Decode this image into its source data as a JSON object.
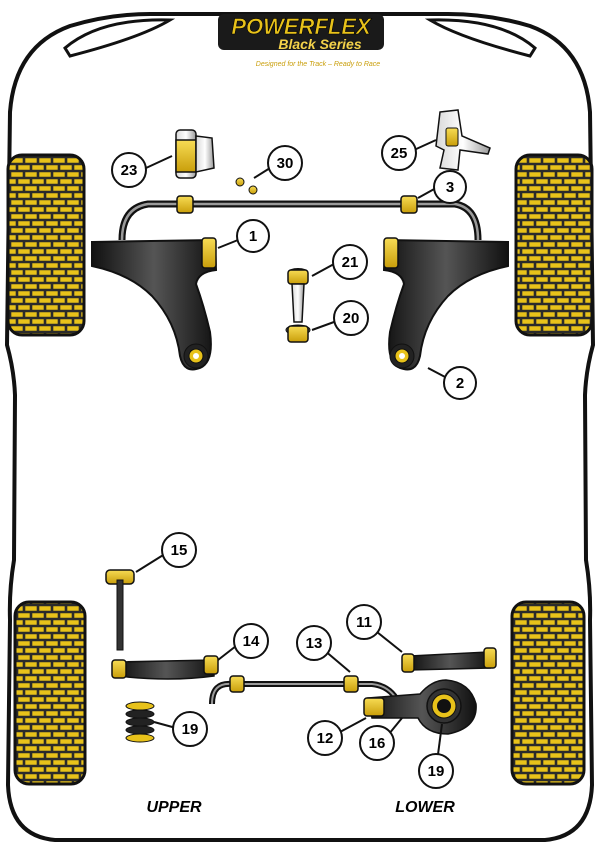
{
  "brand": {
    "name": "POWERFLEX",
    "series": "Black Series",
    "tagline": "Designed for the Track – Ready to Race"
  },
  "colors": {
    "bush_yellow": "#e8c21a",
    "arm_dark": "#1f1f1f",
    "outline": "#111111",
    "tyre_grid": "#2b2b2b"
  },
  "callouts": {
    "c1": "1",
    "c2": "2",
    "c3": "3",
    "c11": "11",
    "c12": "12",
    "c13": "13",
    "c14": "14",
    "c15": "15",
    "c16": "16",
    "c19a": "19",
    "c19b": "19",
    "c20": "20",
    "c21": "21",
    "c23": "23",
    "c25": "25",
    "c30": "30"
  },
  "labels": {
    "upper": "UPPER",
    "lower": "LOWER"
  }
}
